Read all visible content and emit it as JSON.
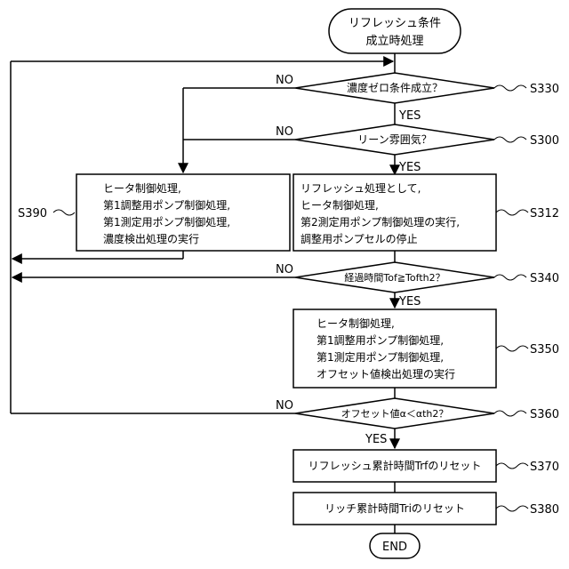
{
  "start": {
    "line1": "リフレッシュ条件",
    "line2": "成立時処理"
  },
  "decisions": {
    "d330": {
      "text": "濃度ゼロ条件成立？",
      "step": "S330",
      "no": "NO",
      "yes": "YES"
    },
    "d300": {
      "text": "リーン雰囲気？",
      "step": "S300",
      "no": "NO",
      "yes": "YES"
    },
    "d340": {
      "text": "経過時間Tof≧Tofth2？",
      "step": "S340",
      "no": "NO",
      "yes": "YES"
    },
    "d360": {
      "text": "オフセット値α＜αth2？",
      "step": "S360",
      "no": "NO",
      "yes": "YES"
    }
  },
  "processes": {
    "p390": {
      "step": "S390",
      "lines": [
        "ヒータ制御処理,",
        "第1調整用ポンプ制御処理,",
        "第1測定用ポンプ制御処理,",
        "濃度検出処理の実行"
      ]
    },
    "p312": {
      "step": "S312",
      "lines": [
        "リフレッシュ処理として,",
        "ヒータ制御処理,",
        "第2測定用ポンプ制御処理の実行,",
        "調整用ポンプセルの停止"
      ]
    },
    "p350": {
      "step": "S350",
      "lines": [
        "ヒータ制御処理,",
        "第1調整用ポンプ制御処理,",
        "第1測定用ポンプ制御処理,",
        "オフセット値検出処理の実行"
      ]
    },
    "p370": {
      "step": "S370",
      "text": "リフレッシュ累計時間Trfのリセット"
    },
    "p380": {
      "step": "S380",
      "text": "リッチ累計時間Triのリセット"
    }
  },
  "end": {
    "text": "END"
  }
}
